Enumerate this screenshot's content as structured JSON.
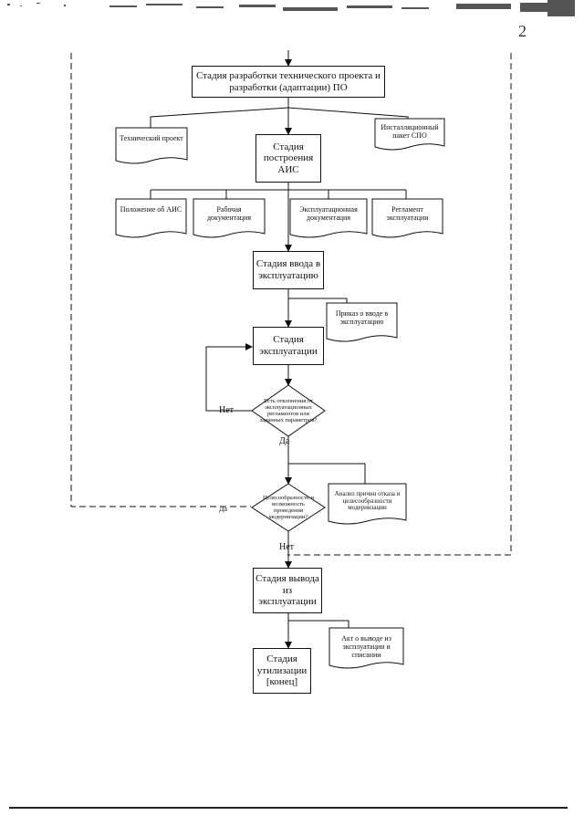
{
  "page_number": "2",
  "process": {
    "technical_design": "Стадия разработки технического проекта и разработки (адаптации) ПО",
    "build": "Стадия построения АИС",
    "commissioning": "Стадия ввода в эксплуатацию",
    "operation": "Стадия эксплуатации",
    "decommission": "Стадия вывода из эксплуатации",
    "disposal": "Стадия утилизации [конец]"
  },
  "documents": {
    "tech_project": "Технический проект",
    "install_package": "Инсталляционный пакет СПО",
    "regulation_ais": "Положение об АИС",
    "working_docs": "Рабочая документация",
    "operational_docs": "Эксплуатационная документация",
    "operation_rules": "Регламент эксплуатации",
    "commission_order": "Приказ о вводе в эксплуатацию",
    "modernization_analysis": "Анализ причин отказа и целесообразности модернизации",
    "decommission_act": "Акт о выводе из эксплуатации и списании"
  },
  "decisions": {
    "deviation_check": "Есть отклонения от эксплуатационных регламентов или заданных параметров?",
    "modernization_check": "Целесообразность и возможность проведения модернизации?"
  },
  "labels": {
    "no_loop": "Нет",
    "yes_down": "Да",
    "yes_back": "Да",
    "no_down": "Нет"
  }
}
